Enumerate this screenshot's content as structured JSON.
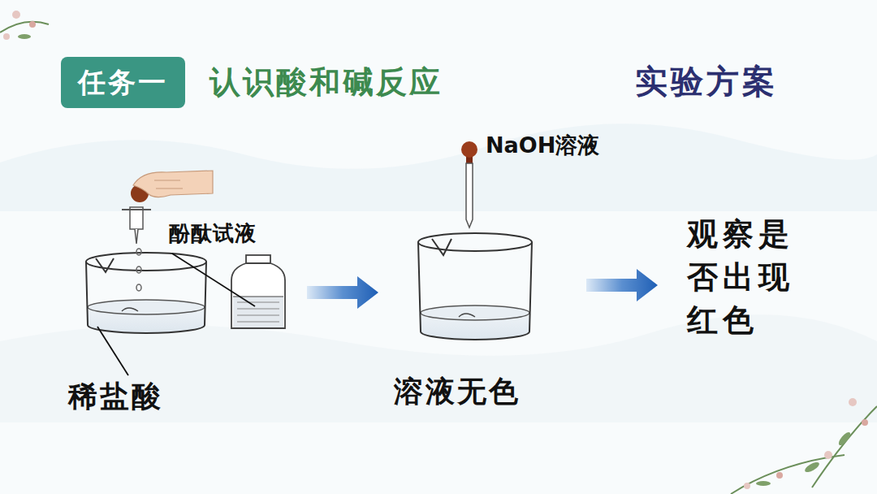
{
  "diagram": {
    "title": "认识酸和碱反应",
    "nodes": [
      {
        "text": [
          "任务一"
        ]
      }
    ],
    "labels": [
      "实验方案",
      "NaOH溶液",
      "酚酞试液",
      "观察是否出现红色",
      "稀盐酸",
      "溶液无色"
    ]
  }
}
